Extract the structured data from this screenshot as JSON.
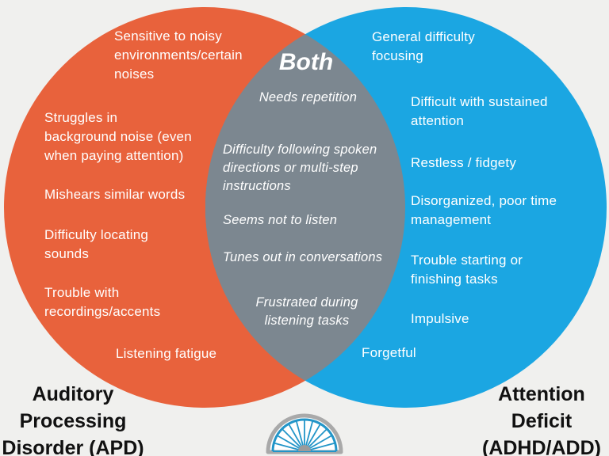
{
  "background_color": "#F0F0EE",
  "venn": {
    "left": {
      "label": "Auditory\nProcessing\nDisorder (APD)",
      "color": "#E8623C",
      "items": [
        "Sensitive to noisy\nenvironments/certain\nnoises",
        "Struggles in\nbackground noise (even\nwhen paying attention)",
        "Mishears similar words",
        "Difficulty locating\nsounds",
        "Trouble with\nrecordings/accents",
        "Listening fatigue"
      ]
    },
    "right": {
      "label": "Attention\nDeficit\n(ADHD/ADD)",
      "color": "#1BA6E2",
      "items": [
        "General difficulty\nfocusing",
        "Difficult with sustained\nattention",
        "Restless / fidgety",
        "Disorganized, poor time\nmanagement",
        "Trouble starting or\nfinishing tasks",
        "Impulsive",
        "Forgetful"
      ]
    },
    "overlap": {
      "heading": "Both",
      "color": "#7C8790",
      "items": [
        "Needs repetition",
        "Difficulty following spoken\ndirections or multi-step\ninstructions",
        "Seems not to listen",
        "Tunes out in conversations",
        "Frustrated during\nlistening tasks"
      ]
    }
  },
  "logo": {
    "name": "fanlight-sunrise-logo",
    "frame_color": "#A9A9A9",
    "ray_color": "#2295C8",
    "fill_color": "#FFFFFF"
  },
  "text_color": "#FFFFFF",
  "label_color": "#111111"
}
